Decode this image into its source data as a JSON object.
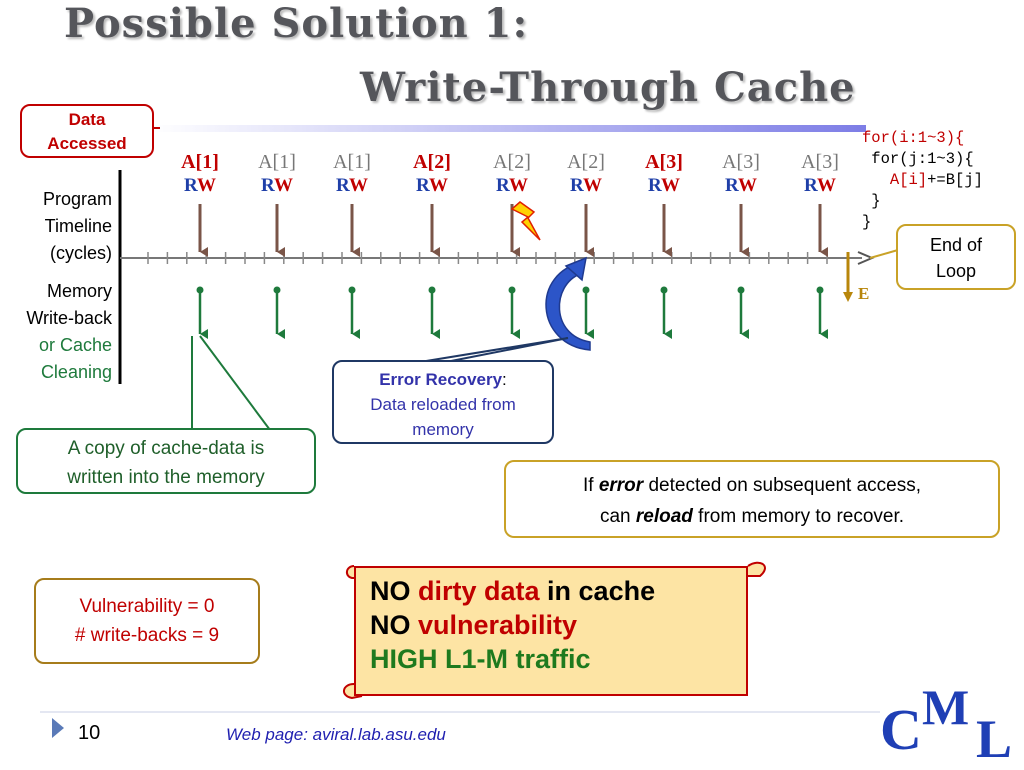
{
  "title": {
    "line1": "Possible Solution 1:",
    "line2": "Write-Through Cache"
  },
  "data_accessed": {
    "line1": "Data",
    "line2": "Accessed"
  },
  "timeline_axis": {
    "l1": "Program",
    "l2": "Timeline",
    "l3": "(cycles)"
  },
  "memory_axis": {
    "l1": "Memory",
    "l2": "Write-back",
    "l3": "or Cache",
    "l4": "Cleaning"
  },
  "accesses": [
    {
      "label": "A[1]",
      "highlight": true,
      "r": "R",
      "w": "W"
    },
    {
      "label": "A[1]",
      "highlight": false,
      "r": "R",
      "w": "W"
    },
    {
      "label": "A[1]",
      "highlight": false,
      "r": "R",
      "w": "W"
    },
    {
      "label": "A[2]",
      "highlight": true,
      "r": "R",
      "w": "W"
    },
    {
      "label": "A[2]",
      "highlight": false,
      "r": "R",
      "w": "W"
    },
    {
      "label": "A[2]",
      "highlight": false,
      "r": "R",
      "w": "W"
    },
    {
      "label": "A[3]",
      "highlight": true,
      "r": "R",
      "w": "W"
    },
    {
      "label": "A[3]",
      "highlight": false,
      "r": "R",
      "w": "W"
    },
    {
      "label": "A[3]",
      "highlight": false,
      "r": "R",
      "w": "W"
    }
  ],
  "code": {
    "l1": "for(i:1~3){",
    "l2": " for(j:1~3){",
    "l3a": "A[i]",
    "l3b": "+=B[j]",
    "l4": " }",
    "l5": "}"
  },
  "end_of_loop": {
    "l1": "End of",
    "l2": "Loop"
  },
  "e_marker": "E",
  "error_recovery": {
    "title": "Error Recovery",
    "colon": ":",
    "l2": "Data reloaded from",
    "l3": "memory"
  },
  "copy_note": {
    "l1": "A copy of cache-data is",
    "l2": "written into the memory"
  },
  "if_note": {
    "a": "If ",
    "b": "error",
    "c": " detected on subsequent access,",
    "d": "can ",
    "e": "reload",
    "f": " from memory to recover."
  },
  "vulnerability": {
    "l1": "Vulnerability = 0",
    "l2": "# write-backs = 9"
  },
  "summary": {
    "no1": "NO ",
    "dirty": "dirty data",
    "incache": " in cache",
    "no2": "NO ",
    "vuln": "vulnerability",
    "high": "HIGH L1-M traffic"
  },
  "footer": {
    "page": "10",
    "web": "Web page:  aviral.lab.asu.edu"
  },
  "logo": {
    "c": "C",
    "m": "M",
    "l": "L"
  },
  "colors": {
    "highlight": "#c00000",
    "normal": "#777777",
    "r": "#1f3fa8",
    "w": "#c00000",
    "memory": "#1e7a3c",
    "arrow": "#7a5548"
  }
}
